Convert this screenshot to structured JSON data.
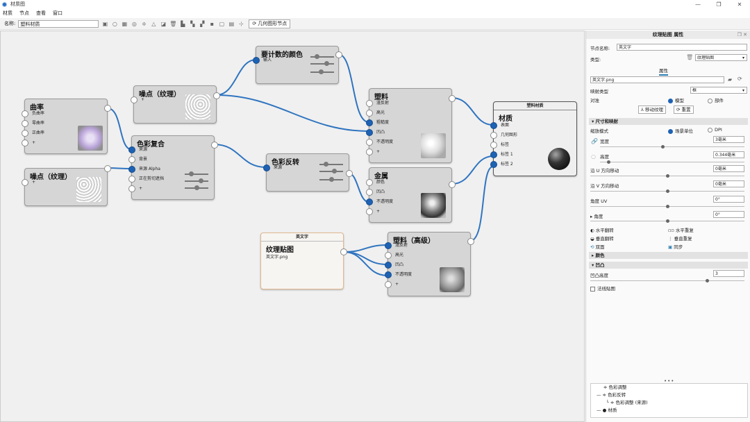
{
  "window": {
    "title": "材质图",
    "min": "—",
    "max": "❐",
    "close": "✕"
  },
  "menu": [
    "材质",
    "节点",
    "查看",
    "窗口"
  ],
  "toolbar": {
    "name_label": "名称:",
    "name_value": "塑料材质",
    "geo_button": "几何图形节点"
  },
  "nodes": {
    "curvature": {
      "title": "曲率",
      "ports": [
        "负曲率",
        "零曲率",
        "正曲率",
        "+"
      ]
    },
    "noise_bottom": {
      "title": "噪点（纹理）",
      "ports": [
        "+"
      ]
    },
    "noise_top": {
      "title": "噪点（纹理）",
      "ports": [
        "+"
      ]
    },
    "color_composite": {
      "title": "色彩复合",
      "ports": [
        "来源",
        "背景",
        "来源 Alpha",
        "正在剪切遮挡",
        "+"
      ]
    },
    "count_color": {
      "title": "要计数的颜色",
      "ports": [
        "输入"
      ]
    },
    "color_invert": {
      "title": "色彩反转",
      "ports": [
        "来源"
      ]
    },
    "plastic": {
      "title": "塑料",
      "ports": [
        "漫反射",
        "高光",
        "粗糙度",
        "凹凸",
        "不透明度",
        "+"
      ]
    },
    "metal": {
      "title": "金属",
      "ports": [
        "颜色",
        "凹凸",
        "不透明度",
        "+"
      ]
    },
    "material": {
      "header": "塑料材质",
      "title": "材质",
      "ports": [
        "表面",
        "几何图形",
        "标签",
        "标签 1",
        "标签 2"
      ]
    },
    "texture": {
      "header": "英文字",
      "title": "纹理贴图",
      "file": "英文字.png"
    },
    "plastic_adv": {
      "title": "塑料（高级）",
      "ports": [
        "漫反射",
        "高光",
        "凹凸",
        "不透明度",
        "+"
      ]
    }
  },
  "panel": {
    "title": "纹理贴图 属性",
    "node_name_label": "节点名称:",
    "node_name_value": "英文字",
    "type_label": "类型:",
    "type_value": "纹理贴图",
    "tab": "属性",
    "file_value": "英文字.png",
    "mapping_label": "映射类型",
    "mapping_value": "框",
    "align_label": "对准",
    "align_opt1": "模型",
    "align_opt2": "部件",
    "move_btn": "移动纹理",
    "reset_btn": "重置",
    "size_section": "尺寸和映射",
    "scale_label": "缩放模式",
    "scale_opt1": "场景单位",
    "scale_opt2": "DPI",
    "width_label": "宽度",
    "width_value": "3毫米",
    "height_label": "高度",
    "height_value": "0.344毫米",
    "u_label": "沿 U 方向移动",
    "u_value": "0毫米",
    "v_label": "沿 V 方向移动",
    "v_value": "0毫米",
    "angle_uv_label": "角度 UV",
    "angle_uv_value": "0°",
    "angle_label": "角度",
    "angle_value": "0°",
    "h_flip": "水平翻转",
    "h_repeat": "水平重复",
    "v_flip": "垂直翻转",
    "v_repeat": "垂直重复",
    "double_side": "双面",
    "sync": "同步",
    "color_section": "颜色",
    "bump_section": "凹凸",
    "bump_height_label": "凹凸高度",
    "bump_height_value": "3",
    "normal_map": "法线贴图",
    "tree": [
      "色彩调整",
      "色彩反转",
      "色彩调整 (来源)",
      "材质"
    ]
  },
  "colors": {
    "accent": "#1e62b4",
    "wire": "#2f74c0",
    "node_bg": "#d6d6d6",
    "canvas": "#f0f0f0"
  }
}
